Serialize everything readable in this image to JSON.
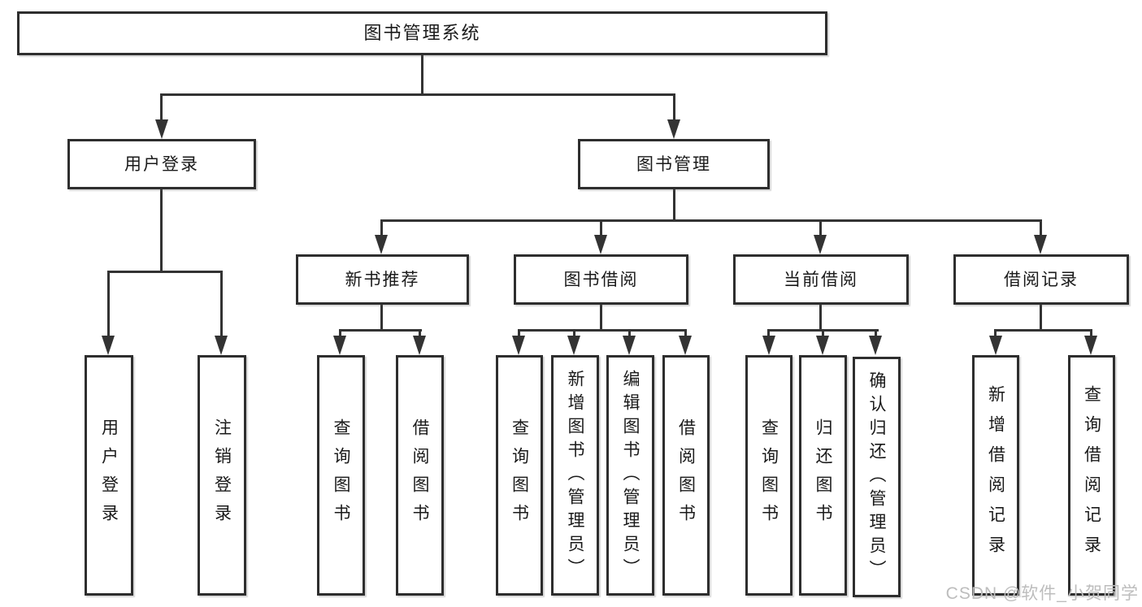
{
  "nodes": {
    "root": {
      "label": "图书管理系统"
    },
    "user_login": {
      "label": "用户登录"
    },
    "book_mgmt": {
      "label": "图书管理"
    },
    "new_book_rec": {
      "label": "新书推荐"
    },
    "book_borrow": {
      "label": "图书借阅"
    },
    "current_borrow": {
      "label": "当前借阅"
    },
    "borrow_records": {
      "label": "借阅记录"
    },
    "leaf_user_login": {
      "label": "用户登录"
    },
    "leaf_logout": {
      "label": "注销登录"
    },
    "rec_query_book": {
      "label": "查询图书"
    },
    "rec_borrow_book": {
      "label": "借阅图书"
    },
    "bb_query_book": {
      "label": "查询图书"
    },
    "bb_add_book": {
      "label": "新增图书（管理员）"
    },
    "bb_edit_book": {
      "label": "编辑图书（管理员）"
    },
    "bb_borrow_book": {
      "label": "借阅图书"
    },
    "cb_query_book": {
      "label": "查询图书"
    },
    "cb_return_book": {
      "label": "归还图书"
    },
    "cb_confirm_return": {
      "label": "确认归还（管理员）"
    },
    "br_add_record": {
      "label": "新增借阅记录"
    },
    "br_query_record": {
      "label": "查询借阅记录"
    }
  },
  "watermark": {
    "text": "CSDN @软件_小贺同学"
  },
  "colors": {
    "line": "#333333",
    "box_border": "#2e2e2e",
    "text": "#1a1a1a",
    "watermark": "#bdbdbd",
    "background": "#ffffff"
  }
}
